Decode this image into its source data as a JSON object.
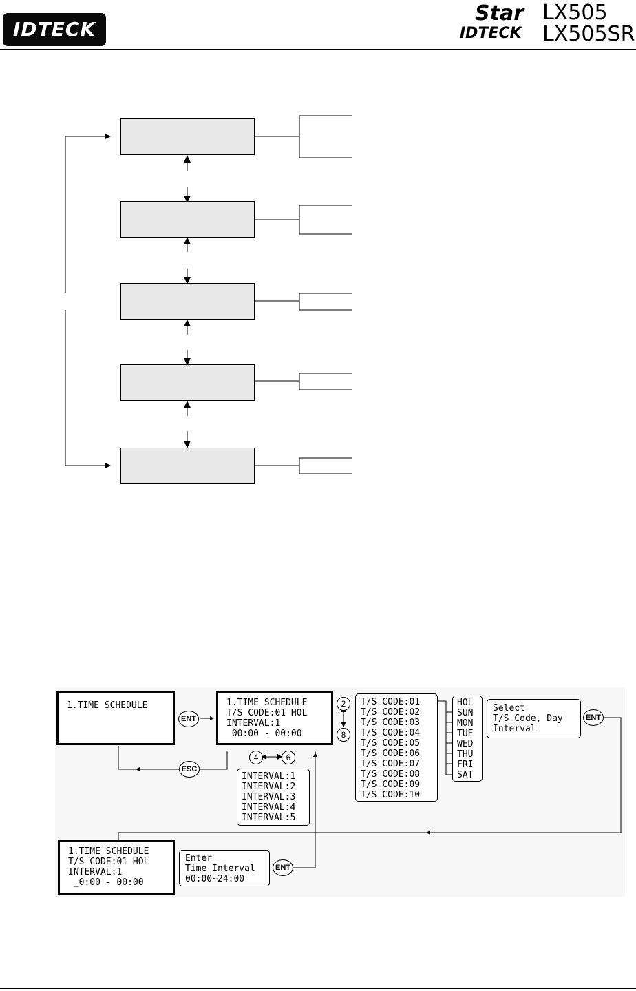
{
  "header": {
    "logo_text": "IDTECK",
    "brand_star": "Star",
    "brand_idteck": "IDTECK",
    "model_1": "LX505",
    "model_2": "LX505SR"
  },
  "flow": {
    "screen_main": [
      "1.TIME SCHEDULE"
    ],
    "screen_edit": [
      "1.TIME SCHEDULE",
      "T/S CODE:01 HOL",
      "INTERVAL:1",
      " 00:00 - 00:00"
    ],
    "screen_entry": [
      "1.TIME SCHEDULE",
      "T/S CODE:01 HOL",
      "INTERVAL:1",
      " _0:00 - 00:00"
    ],
    "keys": {
      "ent": "ENT",
      "esc": "ESC"
    },
    "nav_keys": {
      "up": "2",
      "down": "8",
      "left": "4",
      "right": "6"
    },
    "intervals": [
      "INTERVAL:1",
      "INTERVAL:2",
      "INTERVAL:3",
      "INTERVAL:4",
      "INTERVAL:5"
    ],
    "ts_codes": [
      "T/S CODE:01",
      "T/S CODE:02",
      "T/S CODE:03",
      "T/S CODE:04",
      "T/S CODE:05",
      "T/S CODE:06",
      "T/S CODE:07",
      "T/S CODE:08",
      "T/S CODE:09",
      "T/S CODE:10"
    ],
    "days": [
      "HOL",
      "SUN",
      "MON",
      "TUE",
      "WED",
      "THU",
      "FRI",
      "SAT"
    ],
    "note_select": [
      "Select",
      "T/S Code, Day",
      "Interval"
    ],
    "note_enter": [
      "Enter",
      "Time Interval",
      "00:00~24:00"
    ]
  },
  "colors": {
    "box_fill": "#e8e8e8",
    "line": "#000000",
    "flow_bg": "#f7f7f7"
  }
}
